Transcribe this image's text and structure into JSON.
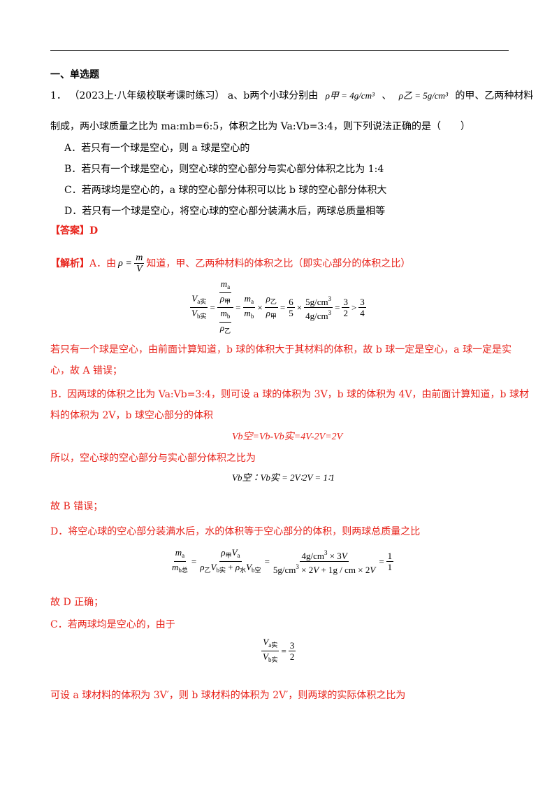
{
  "section_title": "一、单选题",
  "question": {
    "number": "1．",
    "source": "（2023上·八年级校联考课时练习）",
    "intro_a": "a、b两个小球分别由",
    "rho_jia": "ρ甲 = 4g/cm³",
    "rho_yi": "ρ乙 = 5g/cm³",
    "intro_b": "的甲、乙两种材料",
    "line2": "制成，两小球质量之比为 ma:mb=6:5，体积之比为 Va:Vb=3:4，则下列说法正确的是（　　）",
    "options": [
      "A．若只有一个球是空心，则 a 球是空心的",
      "B．若只有一个球是空心，则空心球的空心部分与实心部分体积之比为 1:4",
      "C．若两球均是空心的，a 球的空心部分体积可以比 b 球的空心部分体积大",
      "D．若只有一个球是空心，将空心球的空心部分装满水后，两球总质量相等"
    ]
  },
  "answer_label": "【答案】D",
  "analysis": {
    "label": "【解析】",
    "a_intro_pre": "A．由",
    "a_intro_post": "知道，甲、乙两种材料的体积之比（即实心部分的体积之比）",
    "a_conc_1": "若只有一个球是空心，由前面计算知道，b 球的体积大于其材料的体积，故 b 球一定是空心，a 球一定是实",
    "a_conc_2": "心，故 A 错误；",
    "b_1": "B．因两球的体积之比为 Va:Vb=3:4，则可设 a 球的体积为 3V，b 球的体积为 4V，由前面计算知道，b 球材",
    "b_2": "料的体积为 2V，b 球空心部分的体积",
    "b_eq": "Vb空=Vb-Vb实=4V-2V=2V",
    "b_3": "所以，空心球的空心部分与实心部分体积之比为",
    "b_ratio": "Vb空∶Vb实 = 2V∶2V = 1∶1",
    "b_conc": "故 B 错误；",
    "d_1": "D．将空心球的空心部分装满水后，水的体积等于空心部分的体积，则两球总质量之比",
    "d_conc": "故 D 正确；",
    "c_1": "C．若两球均是空心的，由于",
    "c_2": "可设 a 球材料的体积为 3V′，则 b 球材料的体积为 2V′，则两球的实际体积之比为"
  }
}
